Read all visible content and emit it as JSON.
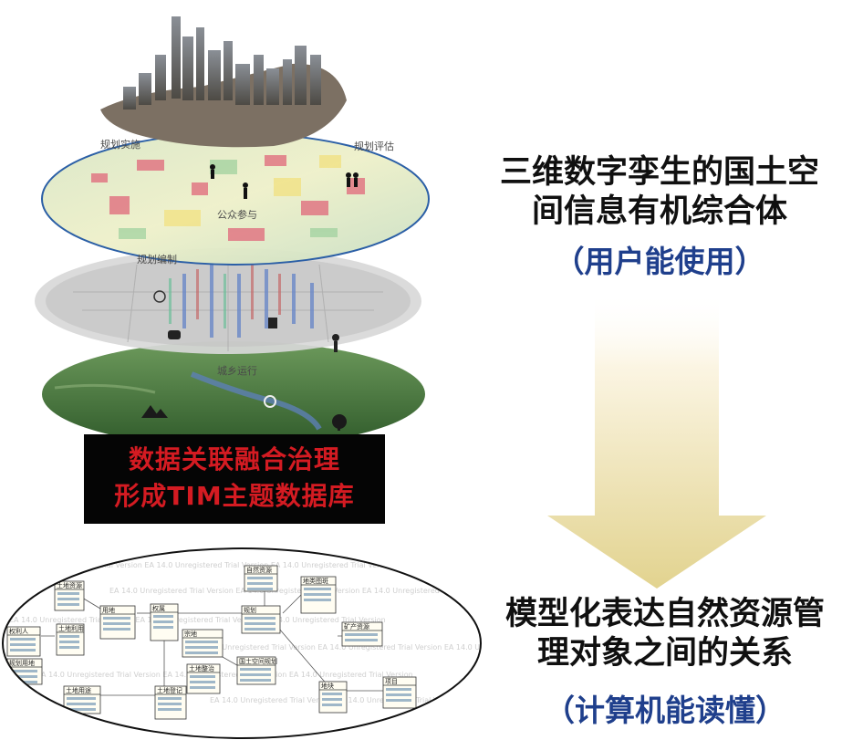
{
  "left": {
    "layer_labels": {
      "top_left": "规划实施",
      "top_right": "规划评估",
      "top_center": "公众参与",
      "middle_left": "规划编制",
      "bottom_center": "城乡运行"
    },
    "banner_lines": [
      "数据关联融合治理",
      "形成TIM主题数据库"
    ]
  },
  "right": {
    "top_heading": [
      "三维数字孪生的国土空",
      "间信息有机综合体"
    ],
    "top_sub": "（用户能使用）",
    "bottom_heading": [
      "模型化表达自然资源管",
      "理对象之间的关系"
    ],
    "bottom_sub": "（计算机能读懂）"
  },
  "uml": {
    "watermark": "EA 14.0 Unregistered Trial Version",
    "boxes": [
      "土地资源",
      "用地",
      "权属",
      "自然资源",
      "规划",
      "地类图斑",
      "权利人",
      "土地利用",
      "规划用地",
      "宗地",
      "国土空间规划",
      "土地整治",
      "土地登记",
      "土地用途",
      "地块",
      "矿产资源",
      "项目"
    ]
  },
  "colors": {
    "banner_bg": "#050505",
    "banner_text": "#d41b22",
    "heading_text": "#101010",
    "sub_text": "#1f3f8c",
    "arrow_top": "#fbf5e3",
    "arrow_bottom": "#e2d38f"
  }
}
